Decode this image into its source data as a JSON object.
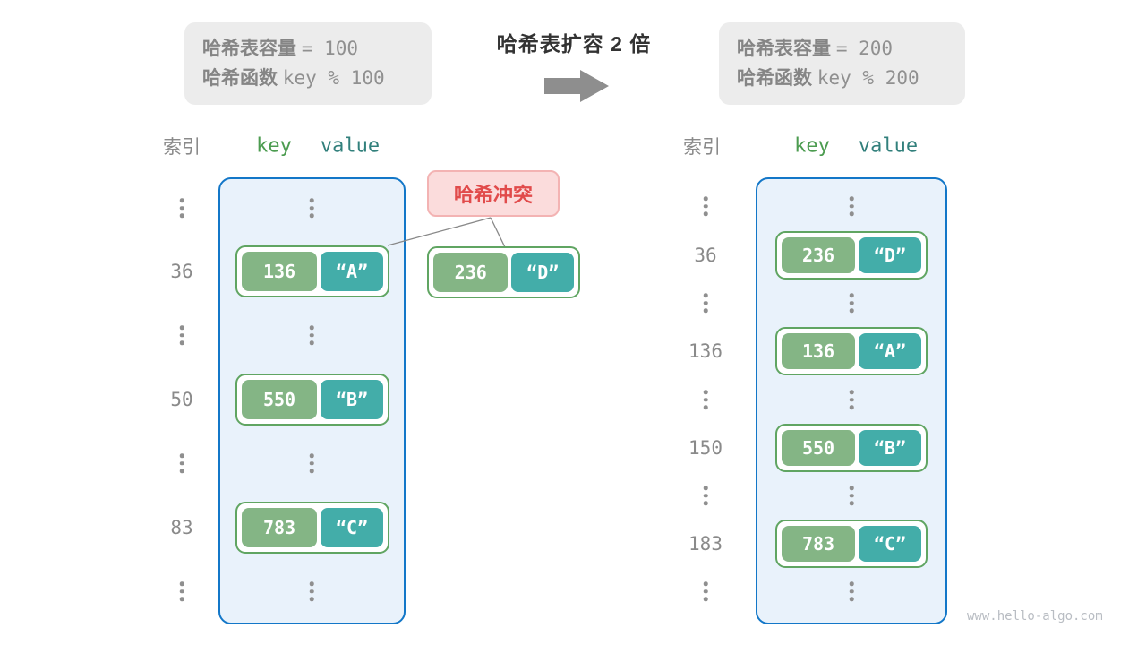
{
  "top": {
    "left_box": {
      "line1_label": "哈希表容量",
      "line1_value": "=  100",
      "line2_label": "哈希函数",
      "line2_value": "key % 100"
    },
    "title": "哈希表扩容 2 倍",
    "right_box": {
      "line1_label": "哈希表容量",
      "line1_value": "=  200",
      "line2_label": "哈希函数",
      "line2_value": "key % 200"
    }
  },
  "collision": {
    "label": "哈希冲突"
  },
  "external_pair": {
    "key": "236",
    "value": "“D”"
  },
  "left_table": {
    "headers": {
      "index": "索引",
      "key": "key",
      "value": "value"
    },
    "rows": [
      {
        "type": "ellipsis"
      },
      {
        "type": "pair",
        "index": "36",
        "key": "136",
        "value": "“A”"
      },
      {
        "type": "ellipsis"
      },
      {
        "type": "pair",
        "index": "50",
        "key": "550",
        "value": "“B”"
      },
      {
        "type": "ellipsis"
      },
      {
        "type": "pair",
        "index": "83",
        "key": "783",
        "value": "“C”"
      },
      {
        "type": "ellipsis"
      }
    ]
  },
  "right_table": {
    "headers": {
      "index": "索引",
      "key": "key",
      "value": "value"
    },
    "rows": [
      {
        "type": "ellipsis"
      },
      {
        "type": "pair",
        "index": "36",
        "key": "236",
        "value": "“D”"
      },
      {
        "type": "ellipsis"
      },
      {
        "type": "pair",
        "index": "136",
        "key": "136",
        "value": "“A”"
      },
      {
        "type": "ellipsis"
      },
      {
        "type": "pair",
        "index": "150",
        "key": "550",
        "value": "“B”"
      },
      {
        "type": "ellipsis"
      },
      {
        "type": "pair",
        "index": "183",
        "key": "783",
        "value": "“C”"
      },
      {
        "type": "ellipsis"
      }
    ]
  },
  "watermark": "www.hello-algo.com",
  "colors": {
    "key_box": "#84b585",
    "value_box": "#43ada9",
    "pair_border": "#60a562",
    "container_fill": "#e9f2fb",
    "container_border": "#1377c8",
    "info_box_fill": "#ececec",
    "collision_fill": "#fbdcdc",
    "collision_text": "#e14b4b",
    "arrow_gray": "#8e8e8e",
    "text_gray": "#8a8a8a"
  }
}
